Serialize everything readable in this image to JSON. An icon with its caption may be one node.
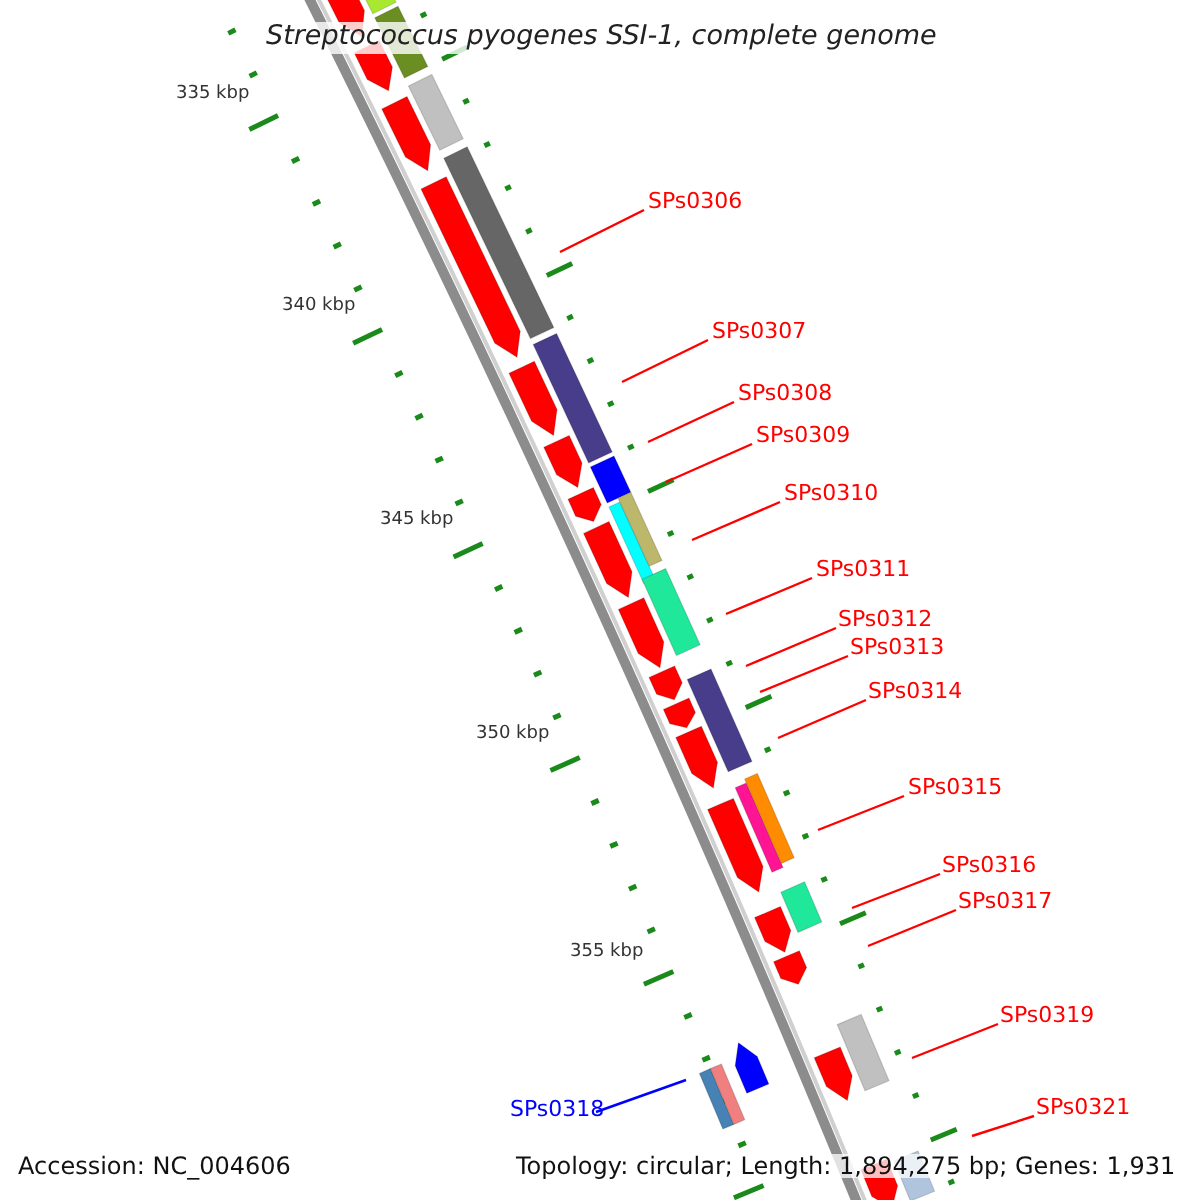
{
  "diagram": {
    "title": "Streptococcus pyogenes SSI-1, complete genome",
    "nodes": [
      {
        "text": [
          "SPs0306"
        ]
      },
      {
        "text": [
          "SPs0307"
        ]
      },
      {
        "text": [
          "SPs0308"
        ]
      },
      {
        "text": [
          "SPs0309"
        ]
      },
      {
        "text": [
          "SPs0310"
        ]
      },
      {
        "text": [
          "SPs0311"
        ]
      },
      {
        "text": [
          "SPs0312"
        ]
      },
      {
        "text": [
          "SPs0313"
        ]
      },
      {
        "text": [
          "SPs0314"
        ]
      },
      {
        "text": [
          "SPs0315"
        ]
      },
      {
        "text": [
          "SPs0316"
        ]
      },
      {
        "text": [
          "SPs0317"
        ]
      },
      {
        "text": [
          "SPs0319"
        ]
      },
      {
        "text": [
          "SPs0321"
        ]
      },
      {
        "text": [
          "SPs0318"
        ]
      }
    ],
    "edges": [
      {
        "from": 0,
        "to": null,
        "arrow": "none"
      },
      {
        "from": 1,
        "to": null,
        "arrow": "none"
      },
      {
        "from": 2,
        "to": null,
        "arrow": "none"
      },
      {
        "from": 3,
        "to": null,
        "arrow": "none"
      },
      {
        "from": 4,
        "to": null,
        "arrow": "none"
      },
      {
        "from": 5,
        "to": null,
        "arrow": "none"
      },
      {
        "from": 6,
        "to": null,
        "arrow": "none"
      },
      {
        "from": 7,
        "to": null,
        "arrow": "none"
      },
      {
        "from": 8,
        "to": null,
        "arrow": "none"
      },
      {
        "from": 9,
        "to": null,
        "arrow": "none"
      },
      {
        "from": 10,
        "to": null,
        "arrow": "none"
      },
      {
        "from": 11,
        "to": null,
        "arrow": "none"
      },
      {
        "from": 12,
        "to": null,
        "arrow": "none"
      },
      {
        "from": 13,
        "to": null,
        "arrow": "none"
      },
      {
        "from": 14,
        "to": null,
        "arrow": "none",
        "color": "#0000ff"
      }
    ],
    "labels": [
      "335 kbp",
      "340 kbp",
      "345 kbp",
      "350 kbp",
      "355 kbp",
      "Accession: NC_004606",
      "Topology: circular; Length: 1,894,275 bp; Genes: 1,931"
    ]
  }
}
